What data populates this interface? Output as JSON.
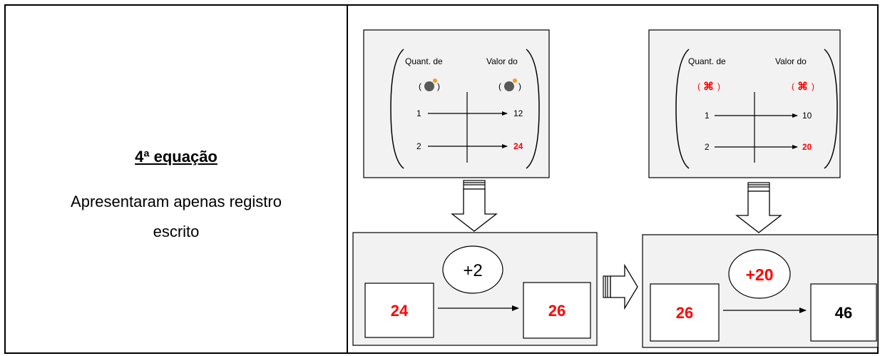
{
  "left_panel": {
    "title": "4ª equação",
    "description_line1": "Apresentaram apenas registro",
    "description_line2": "escrito"
  },
  "tables": [
    {
      "header_quant": "Quant. de",
      "header_valor": "Valor do",
      "icon": "bomb-icon",
      "rows": [
        {
          "qty": "1",
          "value": "12",
          "value_color": "#000000"
        },
        {
          "qty": "2",
          "value": "24",
          "value_color": "#ff0000"
        }
      ]
    },
    {
      "header_quant": "Quant. de",
      "header_valor": "Valor do",
      "icon": "command-icon",
      "icon_glyph": "⌘",
      "rows": [
        {
          "qty": "1",
          "value": "10",
          "value_color": "#000000"
        },
        {
          "qty": "2",
          "value": "20",
          "value_color": "#ff0000"
        }
      ]
    }
  ],
  "operations": [
    {
      "operator": "+2",
      "operator_color": "#000000",
      "input": "24",
      "input_color": "#ff0000",
      "output": "26",
      "output_color": "#ff0000"
    },
    {
      "operator": "+20",
      "operator_color": "#ff0000",
      "input": "26",
      "input_color": "#ff0000",
      "output": "46",
      "output_color": "#000000"
    }
  ],
  "colors": {
    "panel_bg": "#f2f2f2",
    "accent_red": "#ff0000",
    "icon_gray": "#595959",
    "icon_flame": "#f0a020"
  }
}
